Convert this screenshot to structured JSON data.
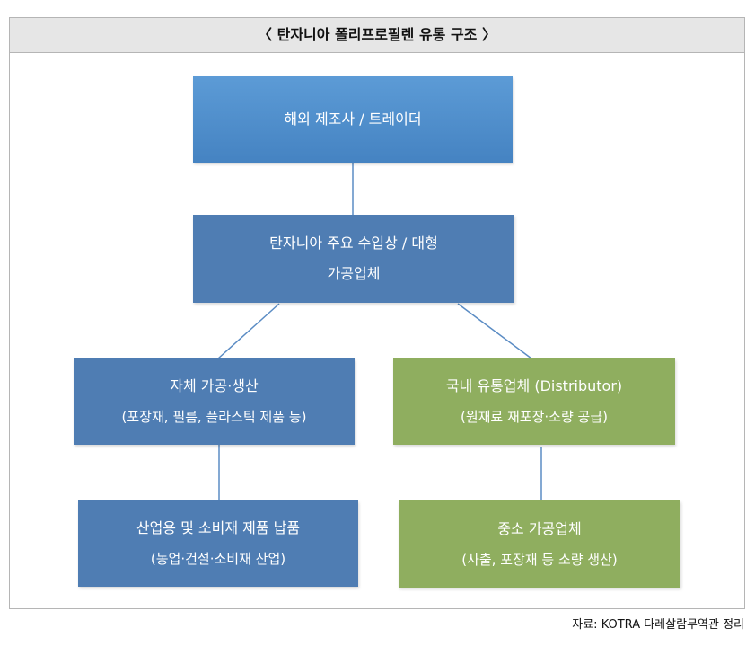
{
  "title": "〈 탄자니아 폴리프로필렌 유통 구조 〉",
  "nodes": {
    "overseas": {
      "line1": "해외 제조사 / 트레이더"
    },
    "importer": {
      "line1": "탄자니아 주요 수입상 / 대형",
      "line2": "가공업체"
    },
    "self_production": {
      "line1": "자체 가공·생산",
      "line2": "(포장재, 필름, 플라스틱 제품 등)"
    },
    "distributor": {
      "line1": "국내 유통업체 (Distributor)",
      "line2": "(원재료 재포장·소량 공급)"
    },
    "industrial": {
      "line1": "산업용 및 소비재 제품 납품",
      "line2": "(농업·건설·소비재 산업)"
    },
    "sme": {
      "line1": "중소 가공업체",
      "line2": "(사출, 포장재 등 소량 생산)"
    }
  },
  "source": "자료: KOTRA 다레살람무역관 정리",
  "colors": {
    "blue": "#4f7db3",
    "green": "#8fae5f",
    "header_bg": "#e6e6e6"
  }
}
